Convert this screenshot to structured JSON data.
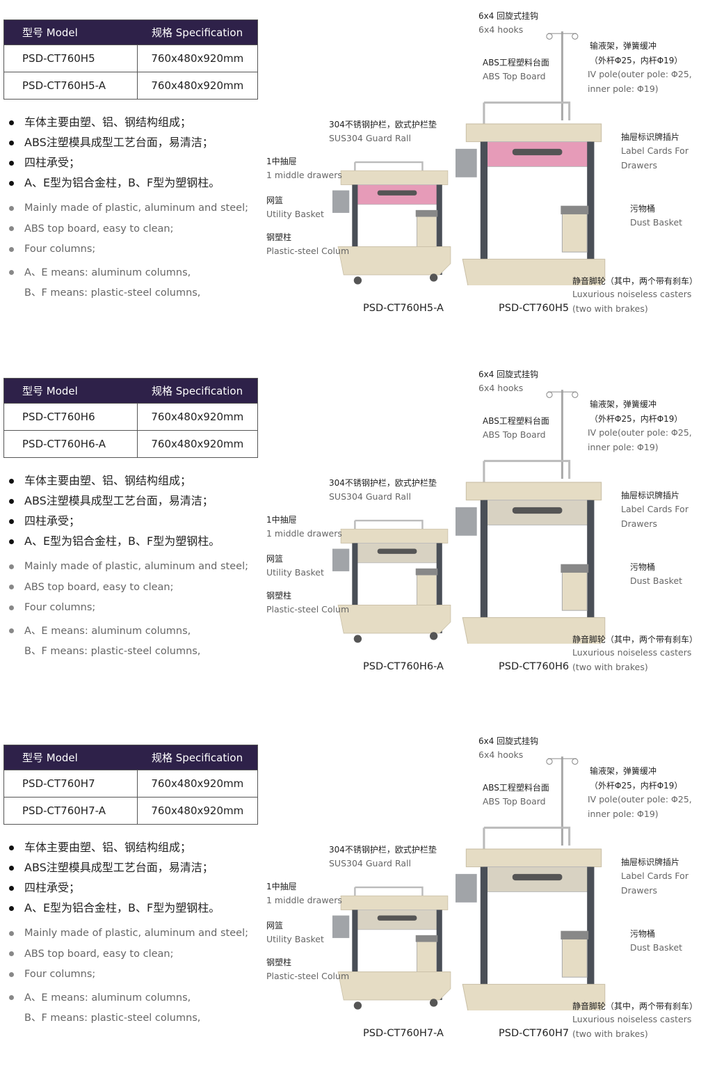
{
  "colors": {
    "header_bg": "#2e2149",
    "cart_body": "#e5dcc4",
    "column": "#4a4f57"
  },
  "table_headers": {
    "model": "型号 Model",
    "spec": "规格 Specification"
  },
  "features_cn": [
    "车体主要由塑、铝、钢结构组成；",
    "ABS注塑模具成型工艺台面，易清洁；",
    "四柱承受；",
    "A、E型为铝合金柱，B、F型为塑钢柱。"
  ],
  "features_en": [
    "Mainly made of plastic, aluminum and steel;",
    "ABS top board, easy to clean;",
    "Four columns;",
    "A、E means: aluminum columns,",
    "B、F means: plastic-steel columns,"
  ],
  "labels": {
    "hooks_cn": "6x4 回旋式挂钩",
    "hooks_en": "6x4 hooks",
    "top_cn": "ABS工程塑料台面",
    "top_en": "ABS Top Board",
    "iv_cn": "输液架，弹簧缓冲",
    "iv_cn2": "（外杆Φ25，内杆Φ19）",
    "iv_en": "IV pole(outer pole: Φ25,",
    "iv_en2": "inner pole: Φ19)",
    "rail_cn": "304不锈钢护栏，欧式护栏垫",
    "rail_en": "SUS304 Guard Rall",
    "drawer_cn": "1中抽屉",
    "drawer_en": "1 middle drawers",
    "basket_cn": "网篮",
    "basket_en": "Utility Basket",
    "column_cn": "钢塑柱",
    "column_en": "Plastic-steel Colum",
    "card_cn": "抽屉标识牌插片",
    "card_en": "Label Cards For",
    "card_en2": "Drawers",
    "dust_cn": "污物桶",
    "dust_en": "Dust Basket",
    "caster_cn": "静音脚轮（其中，两个带有刹车）",
    "caster_en": "Luxurious noiseless casters",
    "caster_en2": "(two with brakes)"
  },
  "sections": [
    {
      "rows": [
        {
          "model": "PSD-CT760H5",
          "spec": "760x480x920mm"
        },
        {
          "model": "PSD-CT760H5-A",
          "spec": "760x480x920mm"
        }
      ],
      "small_model": "PSD-CT760H5-A",
      "big_model": "PSD-CT760H5",
      "drawer_color": "#e69bb8"
    },
    {
      "rows": [
        {
          "model": "PSD-CT760H6",
          "spec": "760x480x920mm"
        },
        {
          "model": "PSD-CT760H6-A",
          "spec": "760x480x920mm"
        }
      ],
      "small_model": "PSD-CT760H6-A",
      "big_model": "PSD-CT760H6",
      "drawer_color": "#d8d2c2"
    },
    {
      "rows": [
        {
          "model": "PSD-CT760H7",
          "spec": "760x480x920mm"
        },
        {
          "model": "PSD-CT760H7-A",
          "spec": "760x480x920mm"
        }
      ],
      "small_model": "PSD-CT760H7-A",
      "big_model": "PSD-CT760H7",
      "drawer_color": "#d8d2c2"
    }
  ]
}
